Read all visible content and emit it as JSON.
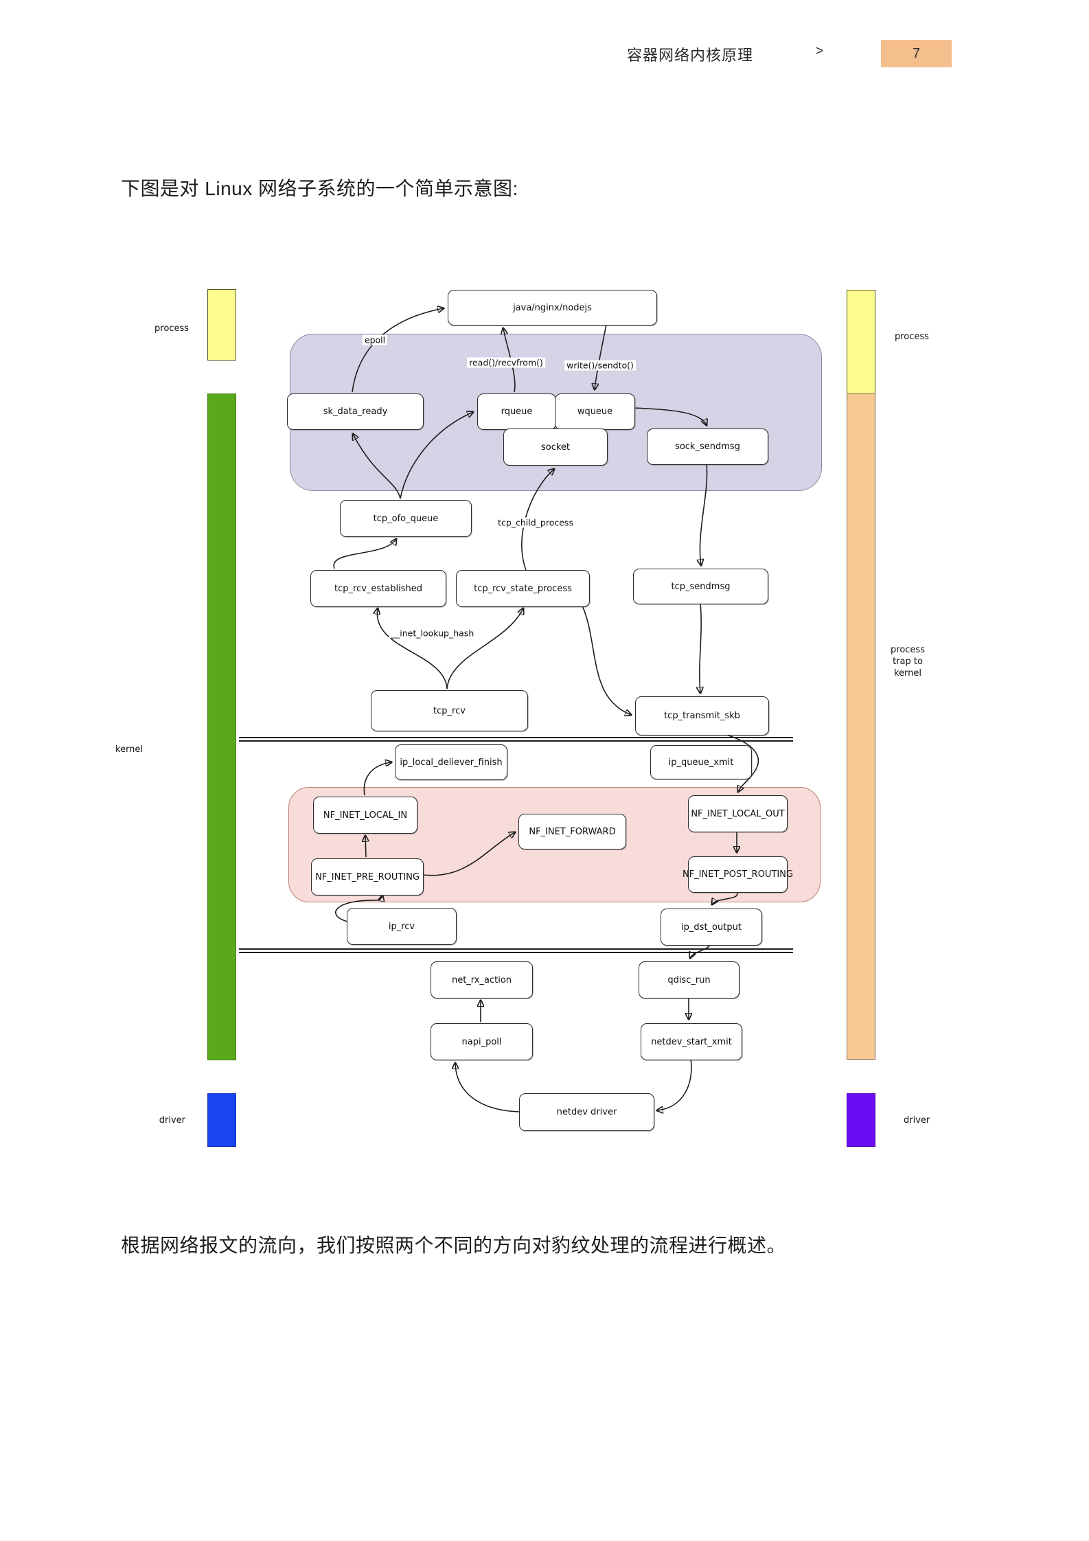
{
  "header": {
    "title": "容器网络内核原理",
    "separator": ">",
    "page_number": "7"
  },
  "content": {
    "intro": "下图是对 Linux 网络子系统的一个简单示意图:",
    "outro": "根据网络报文的流向，我们按照两个不同的方向对豹纹处理的流程进行概述。"
  },
  "diagram": {
    "nodes": {
      "java": "java/nginx/nodejs",
      "sk_data_ready": "sk_data_ready",
      "rqueue": "rqueue",
      "wqueue": "wqueue",
      "socket": "socket",
      "sock_sendmsg": "sock_sendmsg",
      "tcp_ofo_queue": "tcp_ofo_queue",
      "tcp_rcv_established": "tcp_rcv_established",
      "tcp_rcv_state_process": "tcp_rcv_state_process",
      "tcp_sendmsg": "tcp_sendmsg",
      "tcp_rcv": "tcp_rcv",
      "tcp_transmit_skb": "tcp_transmit_skb",
      "ip_local_deliever_finish": "ip_local_deliever_finish",
      "ip_queue_xmit": "ip_queue_xmit",
      "nf_inet_local_in": "NF_INET_LOCAL_IN",
      "nf_inet_forward": "NF_INET_FORWARD",
      "nf_inet_local_out": "NF_INET_LOCAL_OUT",
      "nf_inet_pre_routing": "NF_INET_PRE_ROUTING",
      "nf_inet_post_routing": "NF_INET_POST_ROUTING",
      "ip_rcv": "ip_rcv",
      "ip_dst_output": "ip_dst_output",
      "net_rx_action": "net_rx_action",
      "qdisc_run": "qdisc_run",
      "napi_poll": "napi_poll",
      "netdev_start_xmit": "netdev_start_xmit",
      "netdev_driver": "netdev driver"
    },
    "edge_labels": {
      "epoll": "epoll",
      "read": "read()/recvfrom()",
      "write": "write()/sendto()",
      "tcp_child_process": "tcp_child_process",
      "inet_lookup_hash": "__inet_lookup_hash"
    },
    "legend": {
      "left_process": "process",
      "left_kernel": "kernel",
      "left_driver": "driver",
      "right_process": "process",
      "right_trap": "process\ntrap to\nkernel",
      "right_driver": "driver"
    },
    "colors": {
      "process_bar": "#FBFB8E",
      "kernel_bar": "#5BA81C",
      "driver_bar_left": "#1845F0",
      "trap_bar": "#F8C893",
      "driver_bar_right": "#6A0CF4",
      "socket_layer_bg": "#D5D3E6",
      "netfilter_bg": "#F7DCD9",
      "page_number_bg": "#F4BE8D"
    }
  }
}
